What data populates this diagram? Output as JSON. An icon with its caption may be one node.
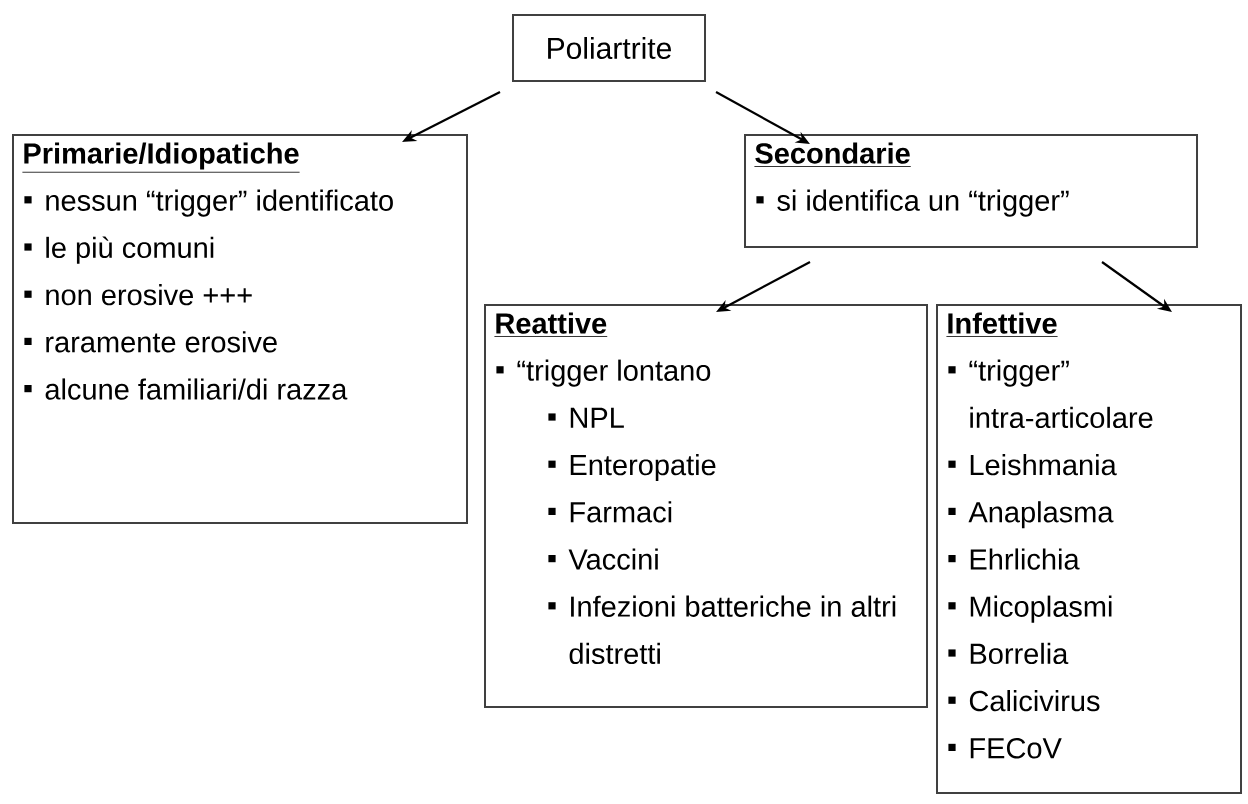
{
  "diagram": {
    "nodes": [
      {
        "text": [
          "Poliartrite"
        ]
      },
      {
        "text": [
          "Primarie/Idiopatiche",
          "nessun “trigger” identificato",
          "le più comuni",
          "non erosive +++",
          "raramente erosive",
          "alcune familiari/di razza"
        ]
      },
      {
        "text": [
          "Secondarie",
          "si identifica un “trigger”"
        ]
      },
      {
        "text": [
          "Reattive",
          "“trigger lontano",
          "NPL",
          "Enteropatie",
          "Farmaci",
          "Vaccini",
          "Infezioni batteriche in altri distretti"
        ]
      },
      {
        "text": [
          "Infettive",
          "“trigger” intra-articolare",
          "Leishmania",
          "Anaplasma",
          "Ehrlichia",
          "Micoplasmi",
          "Borrelia",
          "Calicivirus",
          "FECoV"
        ]
      }
    ],
    "edges": [
      {
        "from": 0,
        "to": 1,
        "arrow": "to"
      },
      {
        "from": 0,
        "to": 2,
        "arrow": "to"
      },
      {
        "from": 2,
        "to": 3,
        "arrow": "to"
      },
      {
        "from": 2,
        "to": 4,
        "arrow": "to"
      }
    ]
  }
}
